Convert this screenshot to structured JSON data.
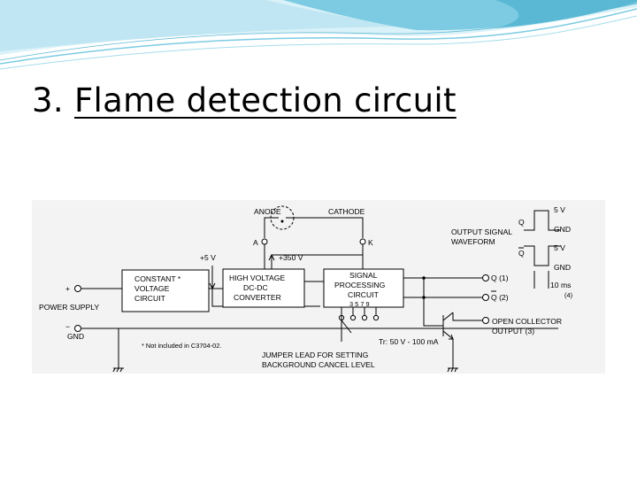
{
  "slide": {
    "title_number": "3.",
    "title_text": "Flame detection circuit"
  },
  "colors": {
    "swoosh_light": "#bfe6f2",
    "swoosh_dark": "#5bb8d4",
    "panel_bg": "#f3f3f3"
  },
  "diagram": {
    "anode_label": "ANODE",
    "cathode_label": "CATHODE",
    "anode_pin": "A",
    "cathode_pin": "K",
    "plus5v_label": "+5 V",
    "hv_label": "+350 V",
    "plus_label": "+",
    "minus_label": "−",
    "power_supply_label": "POWER SUPPLY",
    "gnd_label": "GND",
    "cvc_line1": "CONSTANT *",
    "cvc_line2": "VOLTAGE",
    "cvc_line3": "CIRCUIT",
    "hv_line1": "HIGH VOLTAGE",
    "hv_line2": "DC-DC",
    "hv_line3": "CONVERTER",
    "spc_line1": "SIGNAL",
    "spc_line2": "PROCESSING",
    "spc_line3": "CIRCUIT",
    "spc_pins": "3 5 7 9",
    "footnote": "* Not included in C3704-02.",
    "tr_label": "Tr: 50 V - 100 mA",
    "jumper_line1": "JUMPER LEAD FOR SETTING",
    "jumper_line2": "BACKGROUND CANCEL LEVEL",
    "out_q1": "Q (1)",
    "out_q2": "Q (2)",
    "oc_line1": "OPEN COLLECTOR",
    "oc_line2": "OUTPUT (3)",
    "wave_line1": "OUTPUT SIGNAL",
    "wave_line2": "WAVEFORM",
    "wave_q": "Q",
    "wave_qbar": "Q",
    "wave_5v_a": "5 V",
    "wave_gnd_a": "GND",
    "wave_5v_b": "5 V",
    "wave_gnd_b": "GND",
    "wave_time": "10 ms",
    "wave_note": "(4)"
  }
}
